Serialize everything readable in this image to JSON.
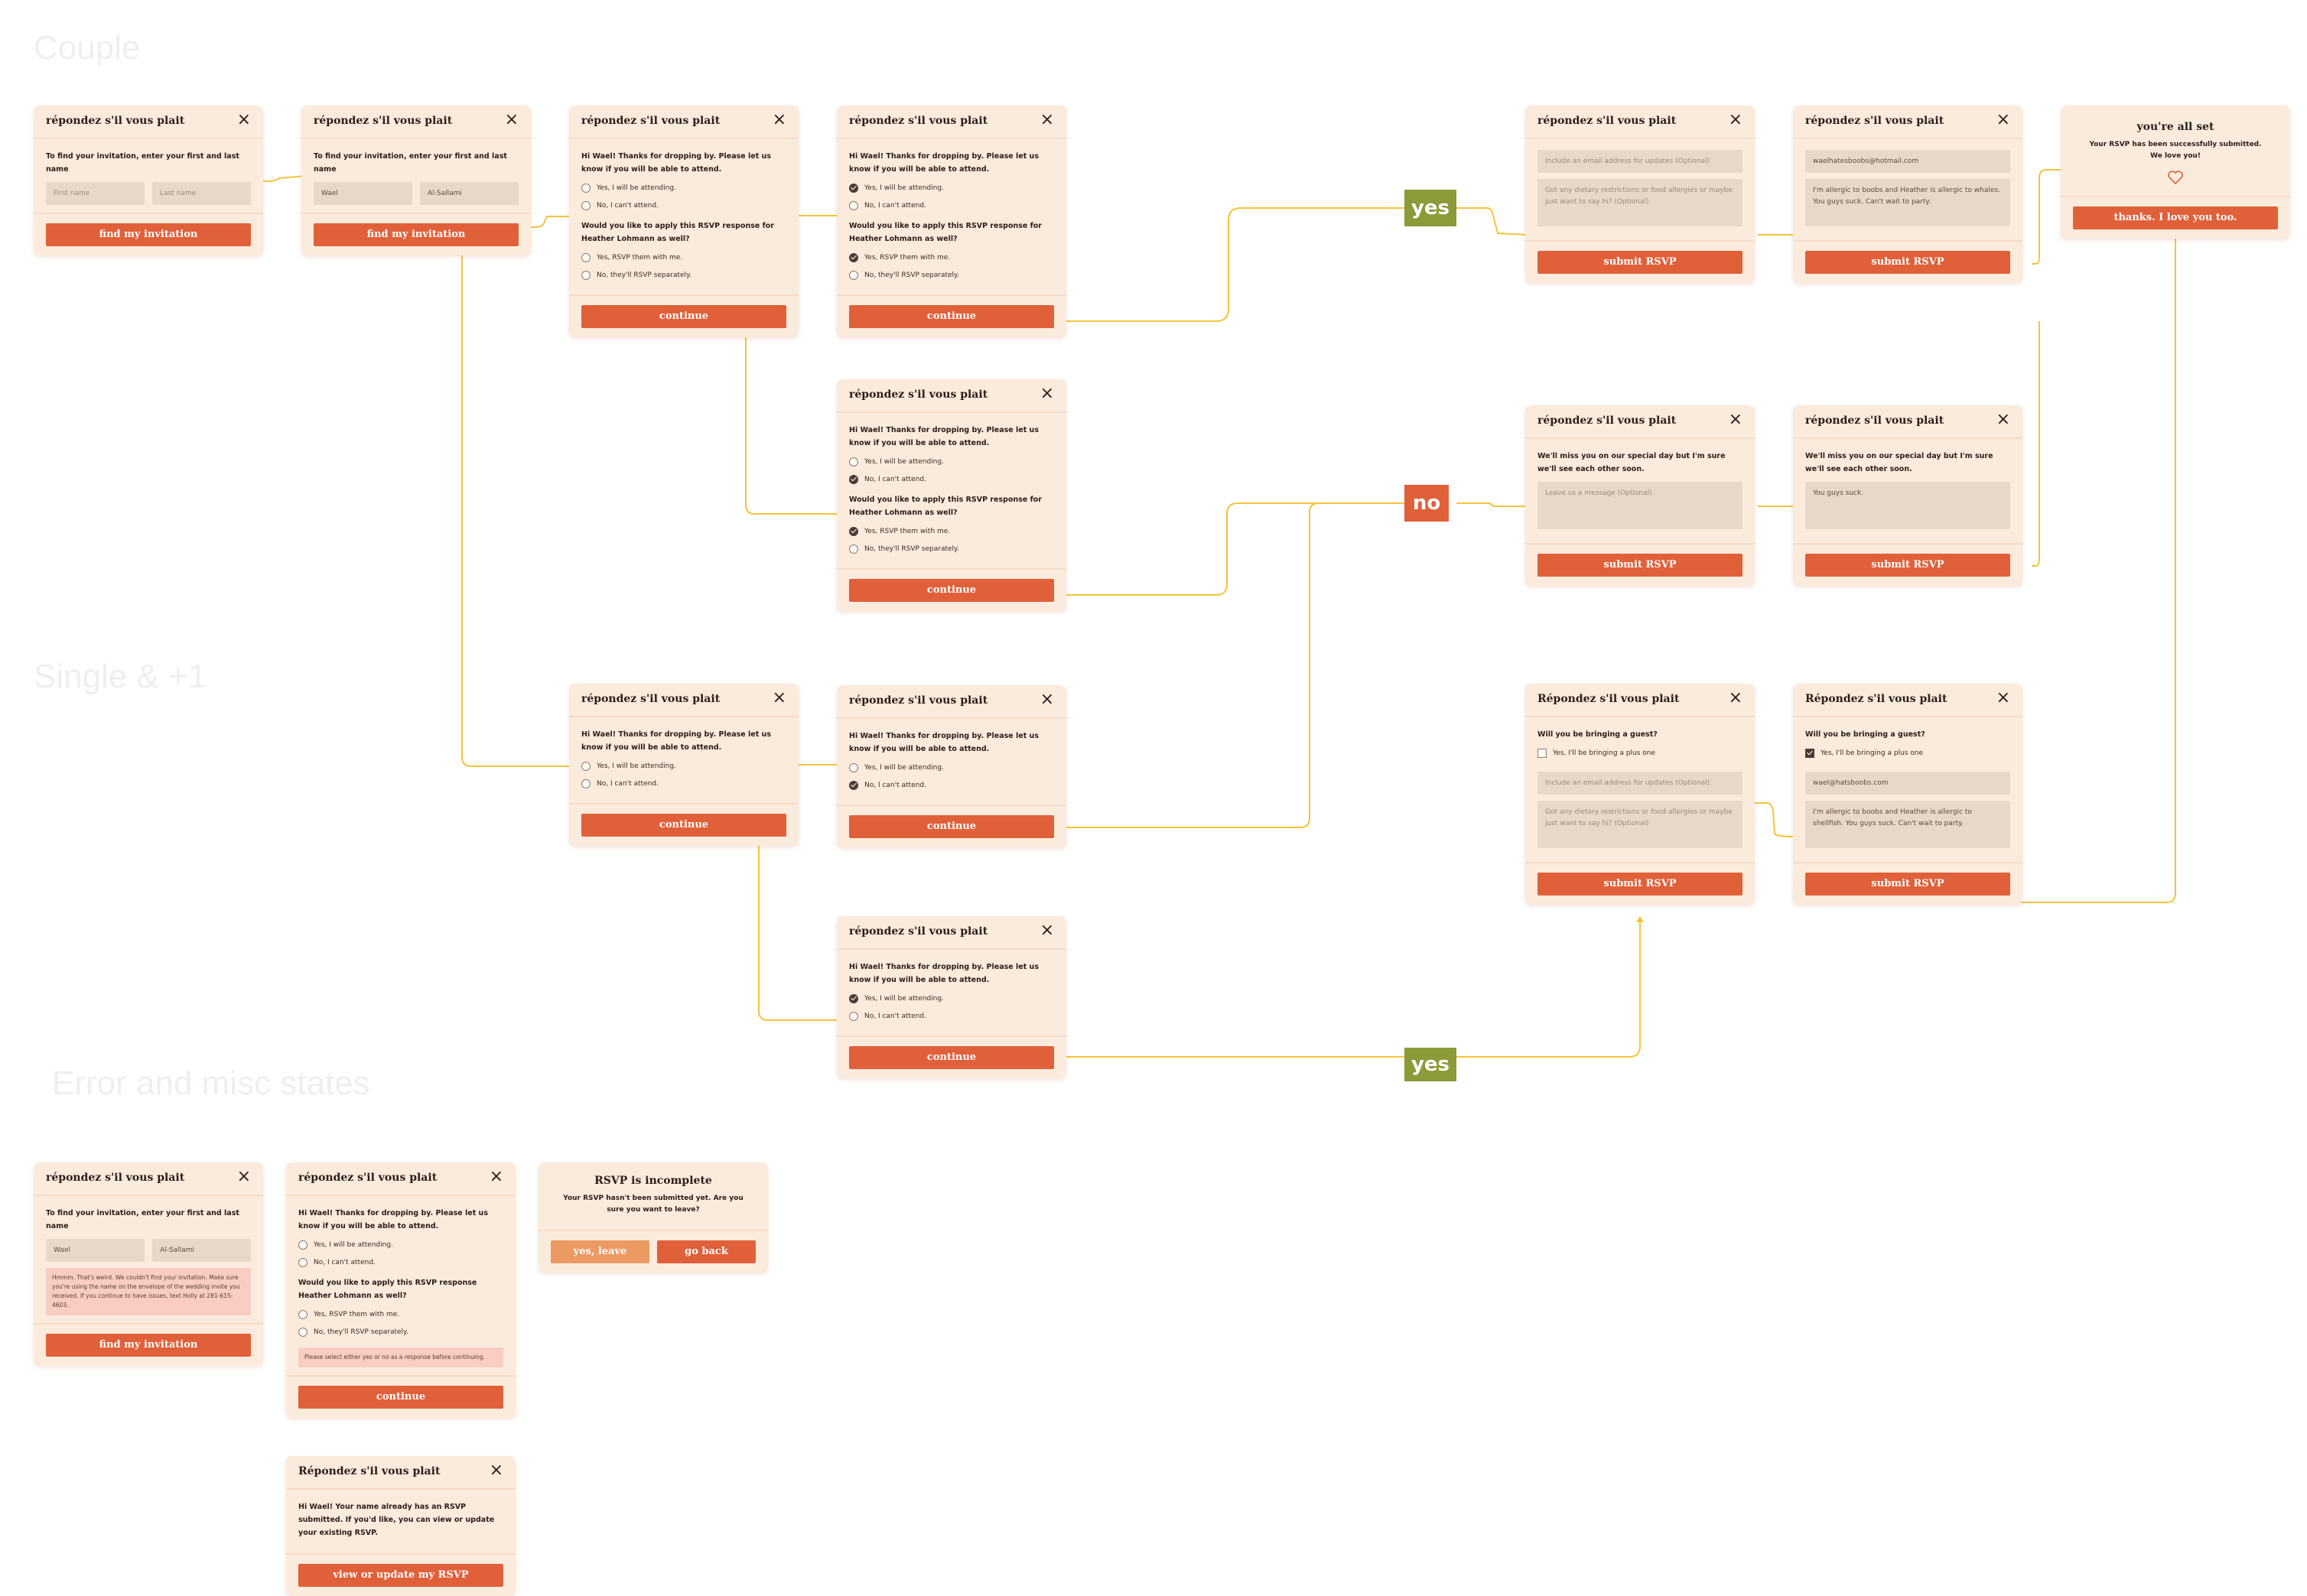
{
  "colors": {
    "accent": "#e0603a",
    "card_bg": "#fbebdd",
    "connector": "#f4c33c",
    "yes_badge": "#8c9a39",
    "no_badge": "#e0603a",
    "error_bg": "#f9cdc4"
  },
  "sections": {
    "couple": "Couple",
    "single": "Single & +1",
    "errors": "Error and misc states"
  },
  "common": {
    "title": "répondez s'il vous plait",
    "title_alt": "Répondez s'il vous plait",
    "close_icon": "×",
    "find_prompt": "To find your invitation, enter your first and last name",
    "first_name_ph": "First name",
    "last_name_ph": "Last name",
    "first_name": "Wael",
    "last_name": "Al-Sallami",
    "find_btn": "find my invitation",
    "attend_prompt": "Hi Wael! Thanks for dropping by. Please let us know if you will be able to attend.",
    "yes_attend": "Yes,  I will be attending.",
    "yes_attend_b": "Yes, I will be attending.",
    "no_attend": "No, I can't attend.",
    "apply_prompt": "Would you like to apply this RSVP response for Heather Lohmann as well?",
    "apply_prompt_b": "Would you like to apply this RSVP response Heather Lohmann  as well?",
    "rsvp_them": "Yes, RSVP them with me.",
    "rsvp_separately": "No, they'll RSVP separately.",
    "continue_btn": "continue",
    "email_ph": "Include an email address for updates (Optional)",
    "diet_ph": "Got any dietary restrictions or food allergies or maybe just want to say hi? (Optional)",
    "submit_btn": "submit RSVP",
    "email_value": "waelhatesboobs@hotmail.com",
    "diet_value": "I'm allergic to boobs and Heather is allergic to whales. You guys suck. Can't wait to party.",
    "miss_prompt": "We'll miss you on our special day but I'm sure we'll see each other soon.",
    "message_ph": "Leave us a message (Optional)",
    "message_value": "You guys suck.",
    "guest_prompt": "Will you be bringing a guest?",
    "plus_one": "Yes, I'll be bringing a plus one",
    "email_value_b": "wael@hatsboobs.com",
    "diet_value_b": "I'm allergic to boobs and Heather is allergic to shellfish. You guys suck. Can't wait to party.",
    "done_title": "you're all set",
    "done_text": "Your RSVP has been successfully submitted. We love you!",
    "done_btn": "thanks. I love you too.",
    "badge_yes": "yes",
    "badge_no": "no",
    "err_not_found": "Hmmm. That's weird. We couldn't find your invitation. Make sure you're using the name on the envelope of the wedding invite you received. If you continue to have issues, text Holly at 281-615-4603.",
    "err_select": "Please select either yes or no as a response before continuing.",
    "incomplete_title": "RSVP is incomplete",
    "incomplete_text": "Your RSVP hasn't been submitted yet. Are you sure you want to leave?",
    "yes_leave": "yes, leave",
    "go_back": "go back",
    "already_text": "Hi Wael! Your name already has an RSVP submitted. If you'd like, you can view or update your existing RSVP.",
    "view_update_btn": "view or update my RSVP"
  }
}
